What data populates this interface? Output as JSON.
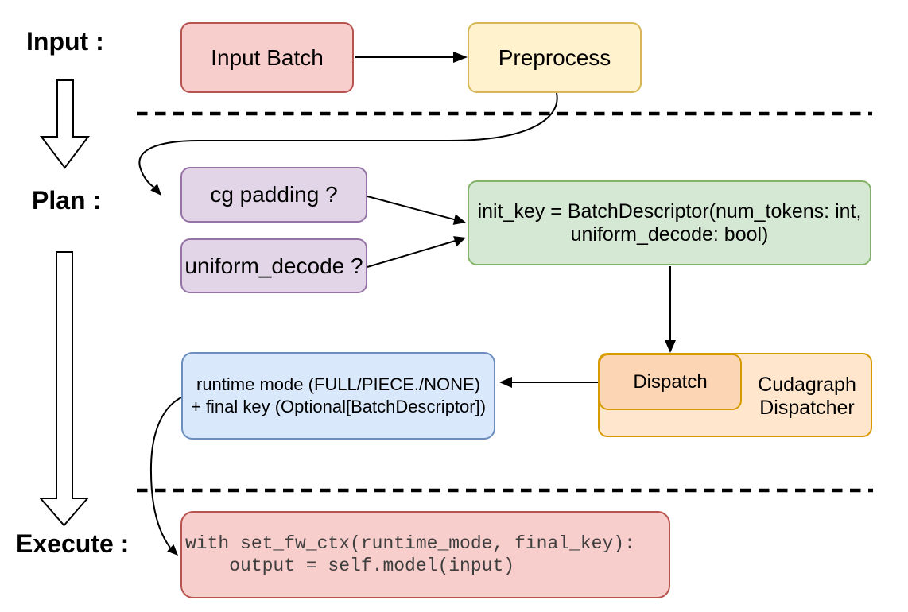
{
  "stage_labels": {
    "input": "Input :",
    "plan": "Plan :",
    "execute": "Execute :"
  },
  "nodes": {
    "input_batch": {
      "label": "Input Batch",
      "fill": "#f8cecc",
      "stroke": "#b85450"
    },
    "preprocess": {
      "label": "Preprocess",
      "fill": "#fff2cc",
      "stroke": "#d6b656"
    },
    "cg_padding": {
      "label": "cg padding ?",
      "fill": "#e1d5e7",
      "stroke": "#9673a6"
    },
    "uniform_decode": {
      "label": "uniform_decode ?",
      "fill": "#e1d5e7",
      "stroke": "#9673a6"
    },
    "init_key": {
      "line1": "init_key = BatchDescriptor(num_tokens: int,",
      "line2": "uniform_decode: bool)",
      "fill": "#d5e8d4",
      "stroke": "#82b366"
    },
    "dispatch": {
      "label": "Dispatch",
      "fill": "#fcd5b4",
      "stroke": "#d79b00"
    },
    "cudagraph_dispatcher": {
      "line1": "Cudagraph",
      "line2": "Dispatcher",
      "fill": "#ffe6cc",
      "stroke": "#d79b00"
    },
    "runtime_mode": {
      "line1": "runtime mode (FULL/PIECE./NONE)",
      "line2": "+ final key (Optional[BatchDescriptor])",
      "fill": "#dae8fc",
      "stroke": "#6c8ebf"
    },
    "execute_code": {
      "line1": "with set_fw_ctx(runtime_mode, final_key):",
      "line2": "    output = self.model(input)",
      "fill": "#f8cecc",
      "stroke": "#b85450",
      "text_color": "#3e3e3e"
    }
  }
}
